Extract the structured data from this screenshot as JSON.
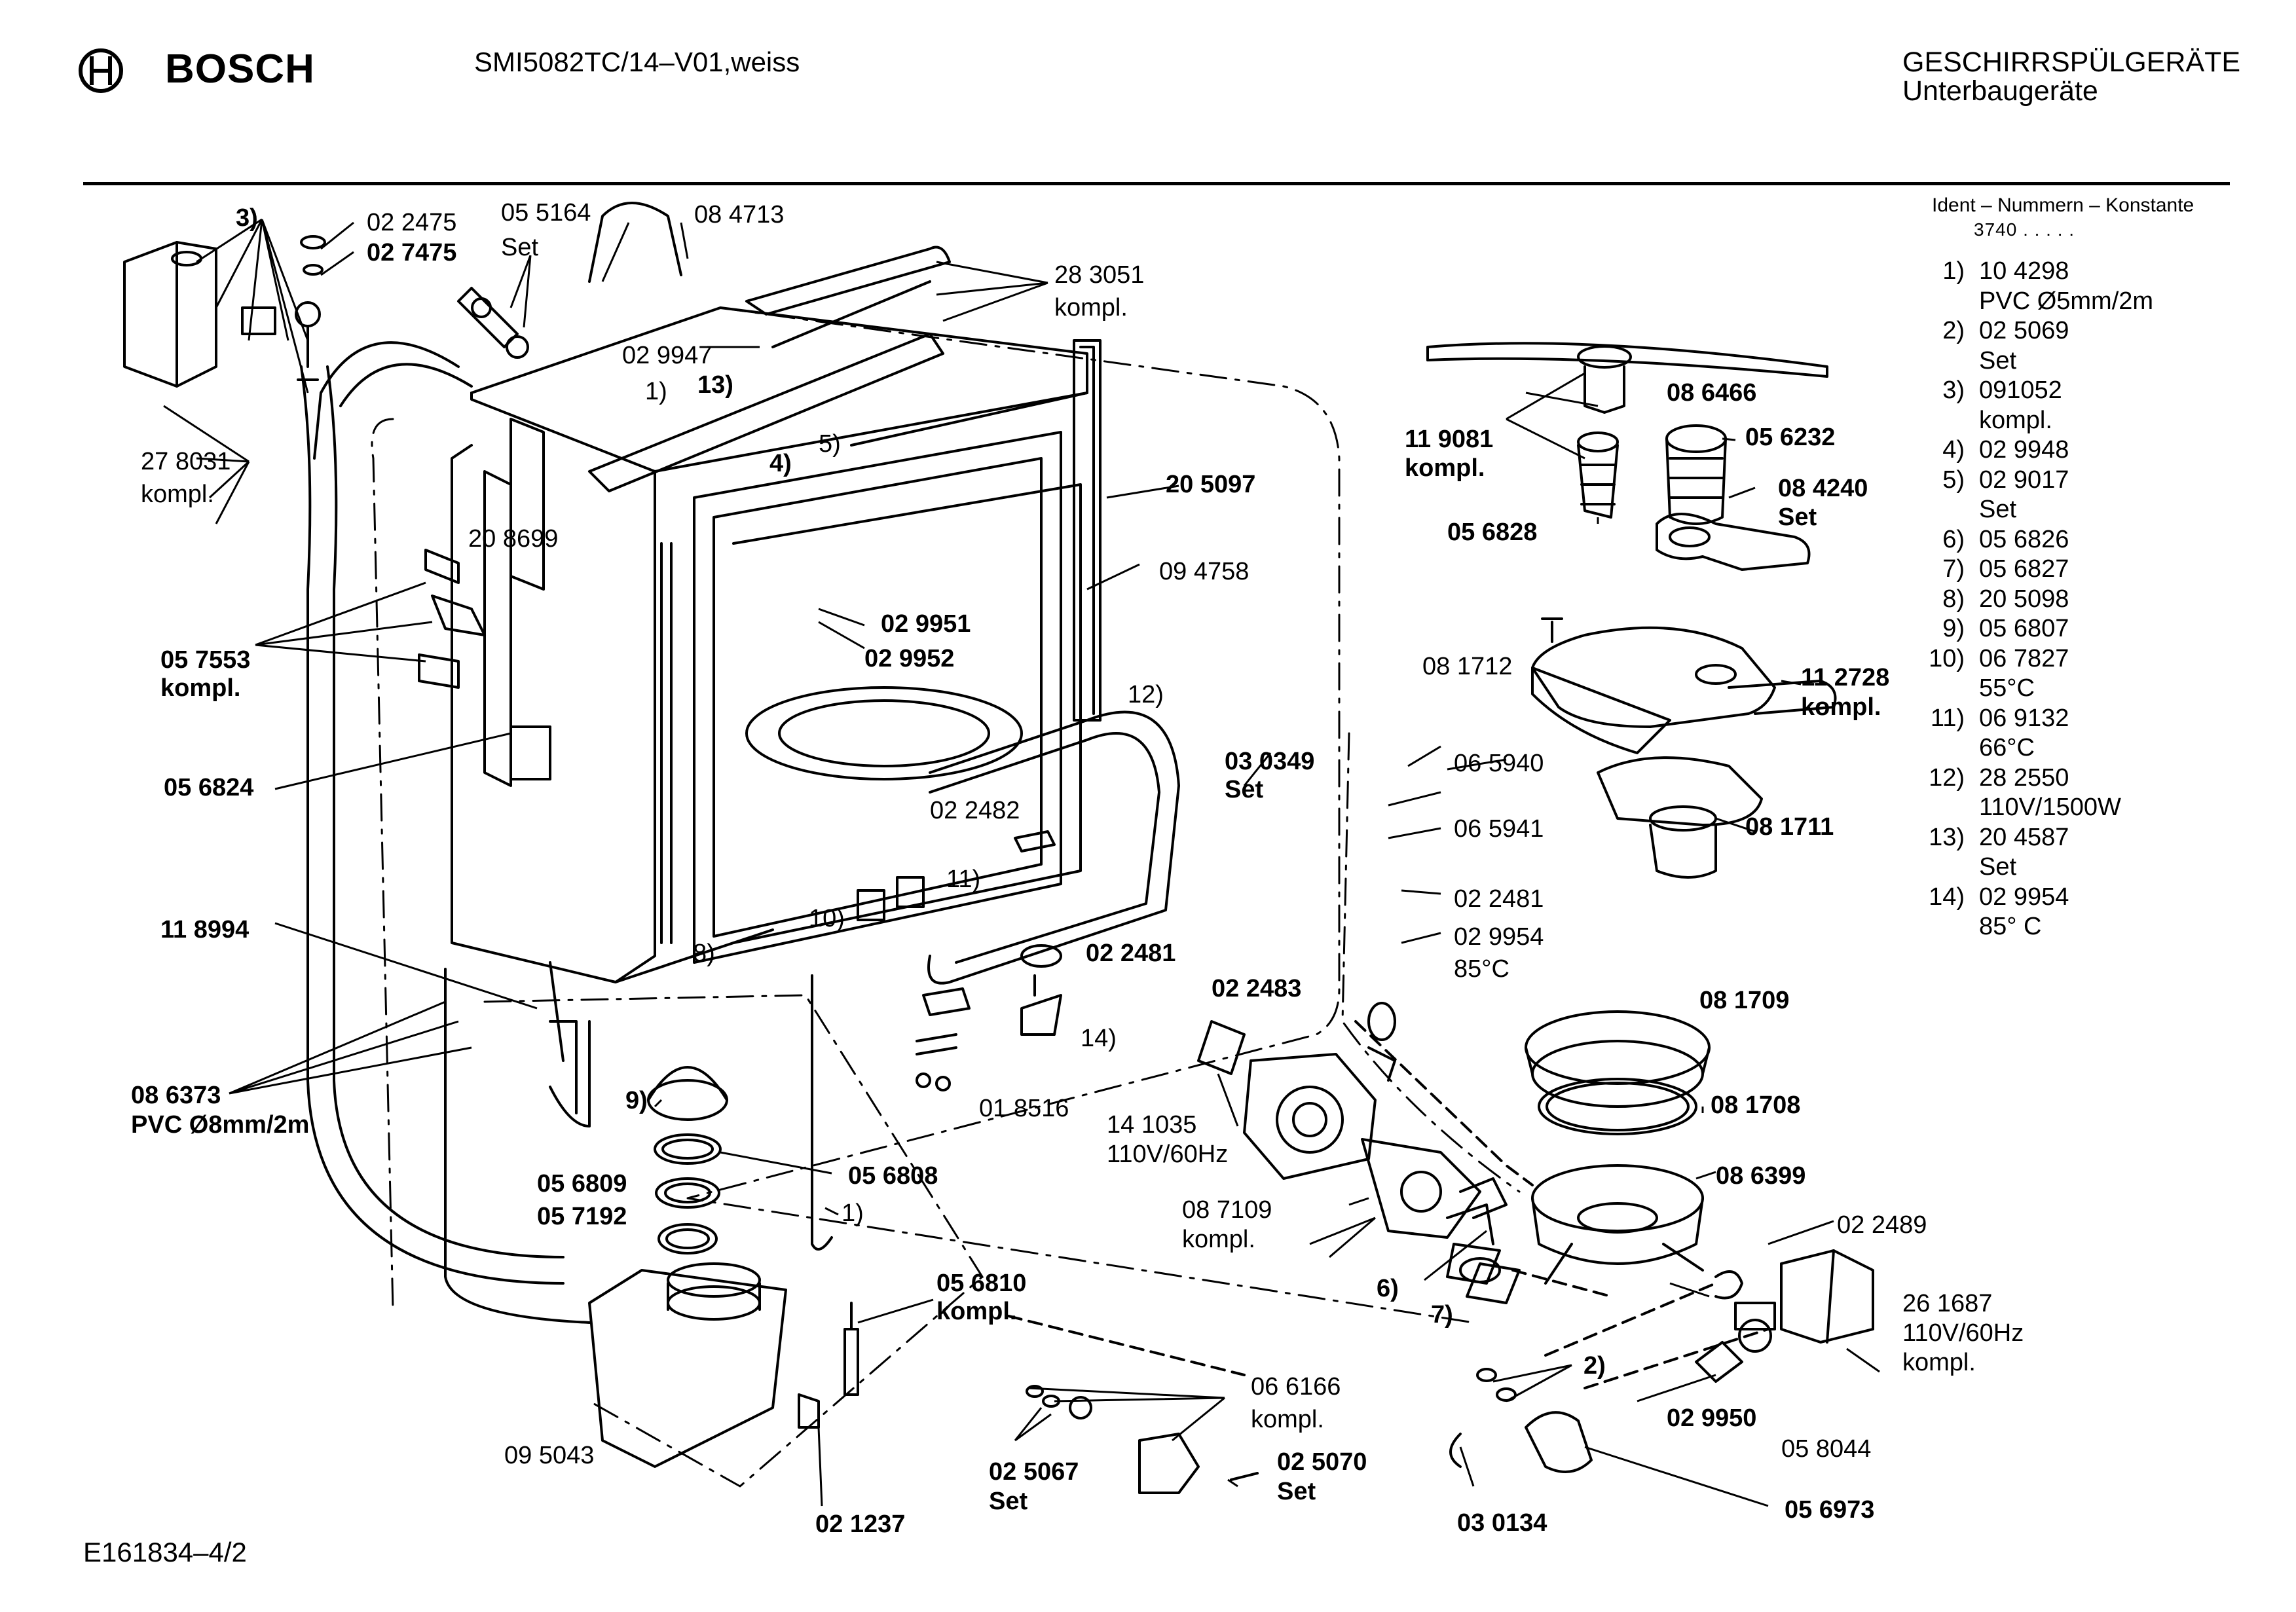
{
  "header": {
    "brand": "BOSCH",
    "model": "SMI5082TC/14–V01,weiss",
    "category": "GESCHIRRSPÜLGERÄTE",
    "subcategory": "Unterbaugeräte",
    "ident_title": "Ident – Nummern – Konstante",
    "ident_value": "3740 . . . . ."
  },
  "footer": {
    "document_id": "E161834–4/2"
  },
  "legend": [
    {
      "num": "1)",
      "lines": [
        "10 4298",
        "PVC   Ø5mm/2m"
      ]
    },
    {
      "num": "2)",
      "lines": [
        "02 5069",
        "Set"
      ]
    },
    {
      "num": "3)",
      "lines": [
        "091052",
        "kompl."
      ]
    },
    {
      "num": "4)",
      "lines": [
        "02 9948"
      ]
    },
    {
      "num": "5)",
      "lines": [
        "02 9017",
        "Set"
      ]
    },
    {
      "num": "6)",
      "lines": [
        "05 6826"
      ]
    },
    {
      "num": "7)",
      "lines": [
        "05 6827"
      ]
    },
    {
      "num": "8)",
      "lines": [
        "20 5098"
      ]
    },
    {
      "num": "9)",
      "lines": [
        "05 6807"
      ]
    },
    {
      "num": "10)",
      "lines": [
        "06 7827",
        "55°C"
      ]
    },
    {
      "num": "11)",
      "lines": [
        "06 9132",
        "66°C"
      ]
    },
    {
      "num": "12)",
      "lines": [
        "28 2550",
        "110V/1500W"
      ]
    },
    {
      "num": "13)",
      "lines": [
        "20 4587",
        "Set"
      ]
    },
    {
      "num": "14)",
      "lines": [
        "02 9954",
        "85° C"
      ]
    }
  ],
  "parts": [
    {
      "text": "3)",
      "bold": true
    },
    {
      "text": "02 2475",
      "bold": false
    },
    {
      "text": "02 7475",
      "bold": true
    },
    {
      "text": "05 5164",
      "bold": false
    },
    {
      "text": "Set",
      "bold": false
    },
    {
      "text": "08 4713",
      "bold": false
    },
    {
      "text": "28 3051",
      "bold": false
    },
    {
      "text": "kompl.",
      "bold": false
    },
    {
      "text": "02 9947",
      "bold": false
    },
    {
      "text": "1)",
      "bold": false
    },
    {
      "text": "13)",
      "bold": true
    },
    {
      "text": "4)",
      "bold": true
    },
    {
      "text": "5)",
      "bold": false
    },
    {
      "text": "27 8031",
      "bold": false
    },
    {
      "text": "kompl.",
      "bold": false
    },
    {
      "text": "20 8699",
      "bold": false
    },
    {
      "text": "20 5097",
      "bold": true
    },
    {
      "text": "09 4758",
      "bold": false
    },
    {
      "text": "02 9951",
      "bold": true
    },
    {
      "text": "02 9952",
      "bold": true
    },
    {
      "text": "05 7553",
      "bold": true
    },
    {
      "text": "kompl.",
      "bold": true
    },
    {
      "text": "05 6824",
      "bold": true
    },
    {
      "text": "12)",
      "bold": false
    },
    {
      "text": "02 2482",
      "bold": false
    },
    {
      "text": "11)",
      "bold": false
    },
    {
      "text": "10)",
      "bold": false
    },
    {
      "text": "11 8994",
      "bold": true
    },
    {
      "text": "8)",
      "bold": false
    },
    {
      "text": "02 2481",
      "bold": true
    },
    {
      "text": "08 6373",
      "bold": true
    },
    {
      "text": "PVC Ø8mm/2m",
      "bold": true
    },
    {
      "text": "9)",
      "bold": true
    },
    {
      "text": "14)",
      "bold": false
    },
    {
      "text": "01 8516",
      "bold": false
    },
    {
      "text": "05 6809",
      "bold": true
    },
    {
      "text": "05 7192",
      "bold": true
    },
    {
      "text": "05 6808",
      "bold": true
    },
    {
      "text": "1)",
      "bold": false
    },
    {
      "text": "05 6810",
      "bold": true
    },
    {
      "text": "kompl.",
      "bold": true
    },
    {
      "text": "09 5043",
      "bold": false
    },
    {
      "text": "02 1237",
      "bold": true
    },
    {
      "text": "06 6166",
      "bold": false
    },
    {
      "text": "kompl.",
      "bold": false
    },
    {
      "text": "02 5067",
      "bold": true
    },
    {
      "text": "Set",
      "bold": true
    },
    {
      "text": "02 5070",
      "bold": true
    },
    {
      "text": "Set",
      "bold": true
    },
    {
      "text": "08 6466",
      "bold": true
    },
    {
      "text": "11 9081",
      "bold": true
    },
    {
      "text": "kompl.",
      "bold": true
    },
    {
      "text": "05 6232",
      "bold": true
    },
    {
      "text": "08 4240",
      "bold": true
    },
    {
      "text": "Set",
      "bold": true
    },
    {
      "text": "05 6828",
      "bold": true
    },
    {
      "text": "08 1712",
      "bold": false
    },
    {
      "text": "11 2728",
      "bold": true
    },
    {
      "text": "kompl.",
      "bold": true
    },
    {
      "text": "03 0349",
      "bold": true
    },
    {
      "text": "Set",
      "bold": true
    },
    {
      "text": "06 5940",
      "bold": false
    },
    {
      "text": "06 5941",
      "bold": false
    },
    {
      "text": "08 1711",
      "bold": true
    },
    {
      "text": "02 2481",
      "bold": false
    },
    {
      "text": "02 9954",
      "bold": false
    },
    {
      "text": "85°C",
      "bold": false
    },
    {
      "text": "02 2483",
      "bold": true
    },
    {
      "text": "08 1709",
      "bold": true
    },
    {
      "text": "14 1035",
      "bold": false
    },
    {
      "text": "110V/60Hz",
      "bold": false
    },
    {
      "text": "08 1708",
      "bold": true
    },
    {
      "text": "08 7109",
      "bold": false
    },
    {
      "text": "kompl.",
      "bold": false
    },
    {
      "text": "08 6399",
      "bold": true
    },
    {
      "text": "02 2489",
      "bold": false
    },
    {
      "text": "6)",
      "bold": true
    },
    {
      "text": "7)",
      "bold": true
    },
    {
      "text": "26 1687",
      "bold": false
    },
    {
      "text": "110V/60Hz",
      "bold": false
    },
    {
      "text": "kompl.",
      "bold": false
    },
    {
      "text": "2)",
      "bold": true
    },
    {
      "text": "02 9950",
      "bold": true
    },
    {
      "text": "05 8044",
      "bold": false
    },
    {
      "text": "03 0134",
      "bold": true
    },
    {
      "text": "05 6973",
      "bold": true
    }
  ]
}
